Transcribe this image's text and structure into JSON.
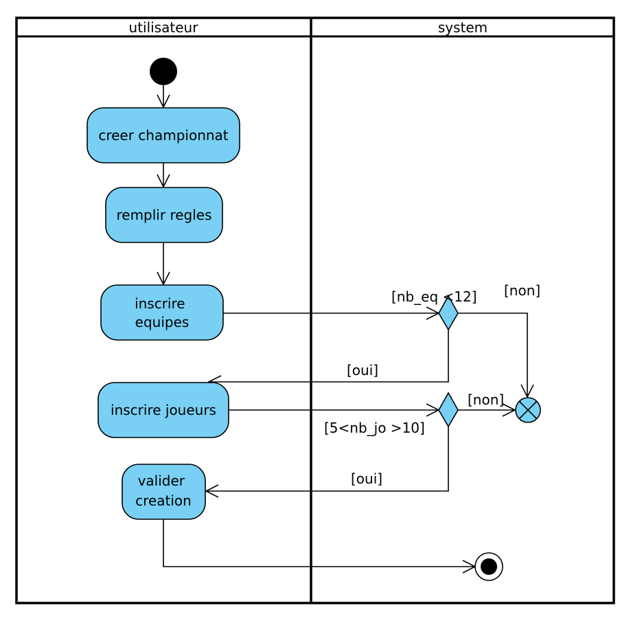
{
  "colors": {
    "node_fill": "#79cff4",
    "stroke": "#000000",
    "background": "#ffffff"
  },
  "lanes": [
    "utilisateur",
    "system"
  ],
  "actions": {
    "creer": [
      "creer championnat"
    ],
    "regles": [
      "remplir regles"
    ],
    "equipes": [
      "inscrire",
      "equipes"
    ],
    "joueurs": [
      "inscrire joueurs"
    ],
    "valider": [
      "valider",
      "creation"
    ]
  },
  "guards": {
    "nb_eq": "[nb_eq <12]",
    "non1": "[non]",
    "oui1": "[oui]",
    "non2": "[non]",
    "nb_jo": "[5<nb_jo >10]",
    "oui2": "[oui]"
  }
}
